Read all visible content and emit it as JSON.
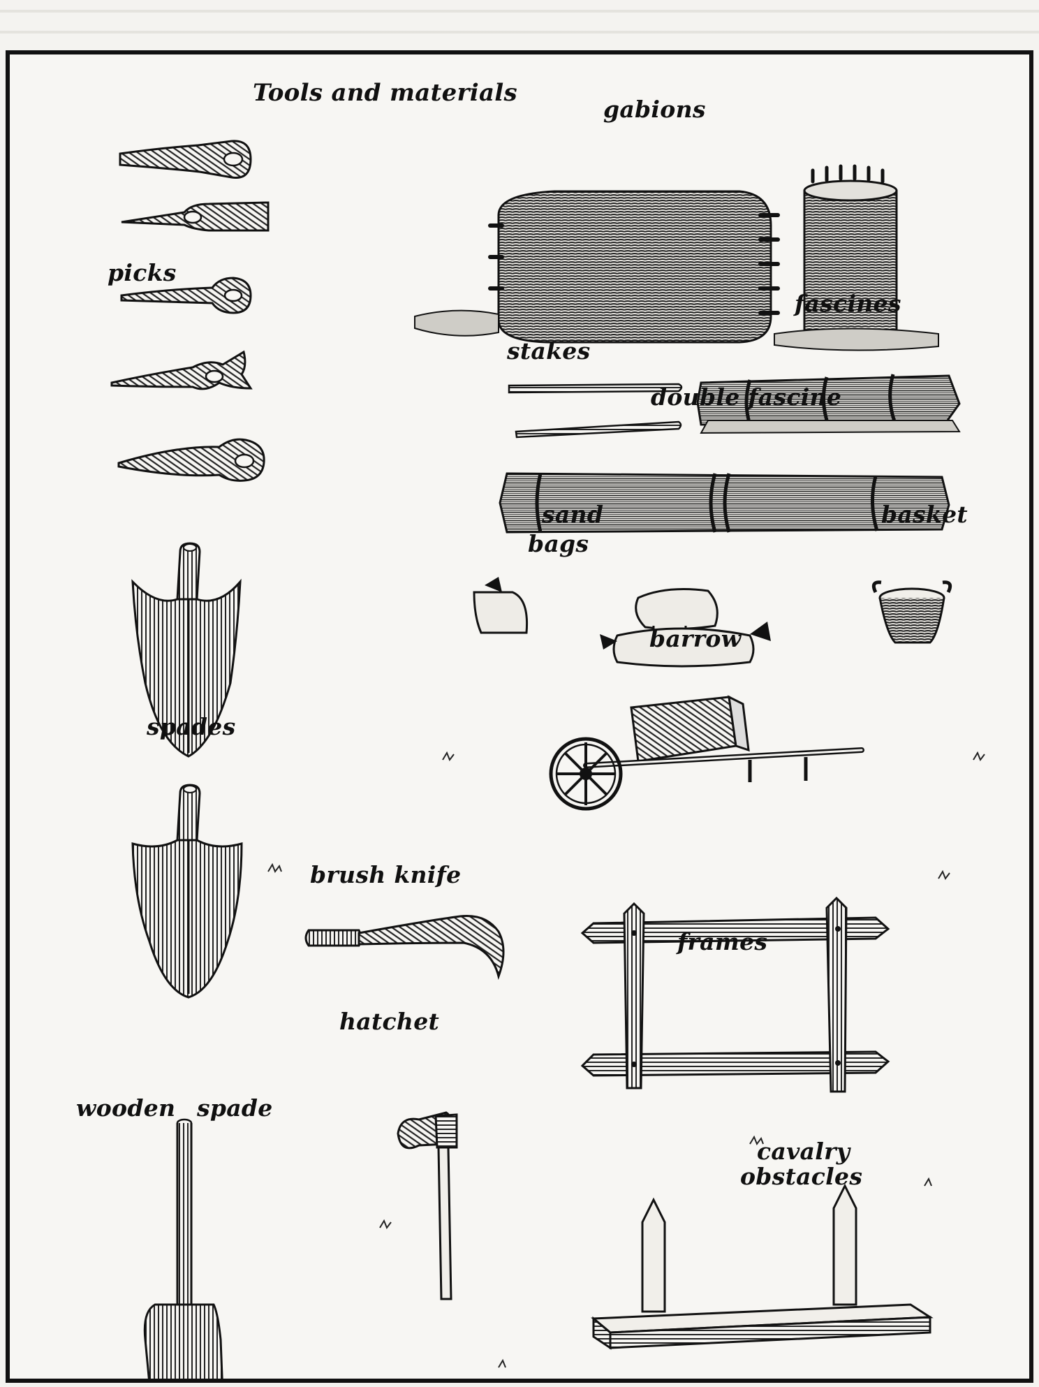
{
  "labels": {
    "title": "Tools and materials",
    "gabions": "gabions",
    "picks": "picks",
    "fascines": "fascines",
    "stakes": "stakes",
    "double_fascine": "double fascine",
    "sand": "sand",
    "bags": "bags",
    "basket": "basket",
    "barrow": "barrow",
    "spades": "spades",
    "brush_knife": "brush knife",
    "frames": "frames",
    "hatchet": "hatchet",
    "wooden": "wooden",
    "spade": "spade",
    "cavalry": "cavalry",
    "obstacles": "obstacles"
  },
  "colors": {
    "ink": "#141414",
    "paper": "#f7f6f3",
    "hatch": "#2a2a2a"
  }
}
